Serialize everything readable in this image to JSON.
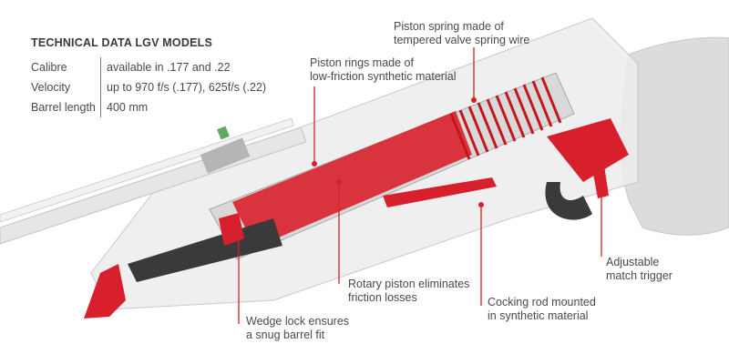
{
  "specs": {
    "title": "TECHNICAL DATA LGV MODELS",
    "rows": [
      {
        "label": "Calibre",
        "value": "available in .177 and .22"
      },
      {
        "label": "Velocity",
        "value": "up to 970 f/s (.177), 625f/s (.22)"
      },
      {
        "label": "Barrel length",
        "value": "400 mm"
      }
    ]
  },
  "callouts": {
    "piston_spring": {
      "line1": "Piston spring made of",
      "line2": "tempered valve spring wire"
    },
    "piston_rings": {
      "line1": "Piston rings made of",
      "line2": "low-friction synthetic material"
    },
    "trigger": {
      "line1": "Adjustable",
      "line2": "match trigger"
    },
    "rotary_piston": {
      "line1": "Rotary piston eliminates",
      "line2": "friction losses"
    },
    "cocking_rod": {
      "line1": "Cocking rod mounted",
      "line2": "in synthetic material"
    },
    "wedge_lock": {
      "line1": "Wedge lock ensures",
      "line2": "a snug barrel fit"
    }
  },
  "colors": {
    "accent": "#d8202c",
    "text": "#4a4a4a"
  }
}
